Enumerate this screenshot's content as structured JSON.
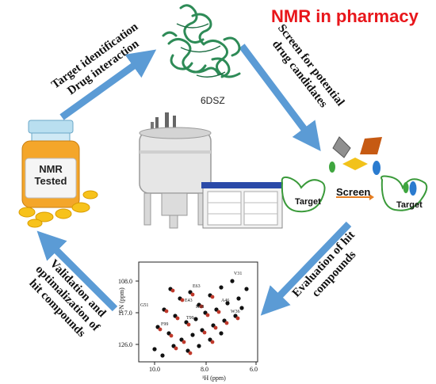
{
  "title": "NMR in pharmacy",
  "pdb_label": "6DSZ",
  "steps": {
    "top_left": [
      "Target identification",
      "Drug interaction"
    ],
    "top_right": [
      "Screen for potential",
      "drug candidates"
    ],
    "bottom_right": [
      "Evaluation of hit",
      "compounds"
    ],
    "bottom_left": [
      "Validation and",
      "optimalization of",
      "hit compounds"
    ]
  },
  "bottle": [
    "NMR",
    "Tested"
  ],
  "screening": {
    "word": "Screen",
    "target_left": "Target",
    "target_right": "Target"
  },
  "spectrum": {
    "xlabel": "¹H (ppm)",
    "ylabel": "¹⁵N (ppm)",
    "xticks": [
      "10.0",
      "8.0",
      "6.0"
    ],
    "yticks": [
      "108.0",
      "117.0",
      "126.0"
    ],
    "peak_labels": [
      "V31",
      "E63",
      "E43",
      "G51",
      "K38",
      "A46",
      "W36",
      "T99",
      "F99"
    ]
  },
  "colors": {
    "title": "#e8161b",
    "arrow": "#5b9bd5",
    "protein": "#2e8b57"
  }
}
